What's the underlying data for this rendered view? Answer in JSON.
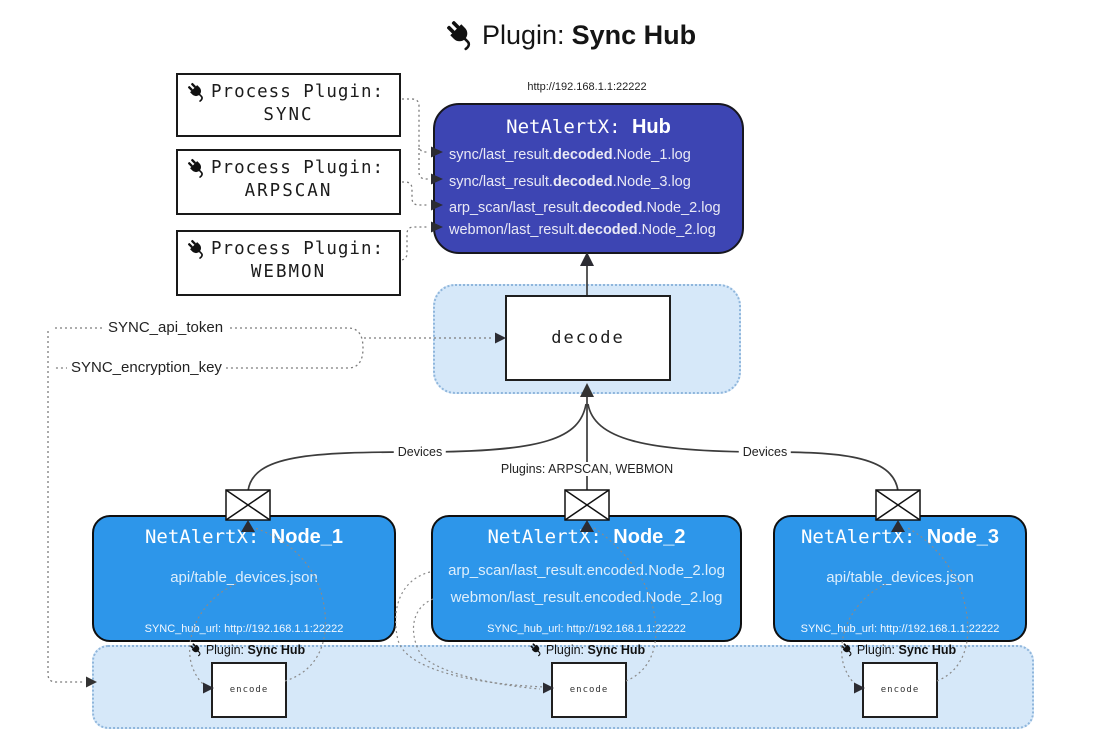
{
  "title": {
    "prefix": "Plugin:",
    "name": "Sync Hub"
  },
  "hub": {
    "url": "http://192.168.1.1:22222",
    "prefix": "NetAlertX: ",
    "name": "Hub",
    "logs": [
      {
        "pre": "sync/last_result.",
        "bold": "decoded",
        "post": ".Node_1.log"
      },
      {
        "pre": "sync/last_result.",
        "bold": "decoded",
        "post": ".Node_3.log"
      },
      {
        "pre": "arp_scan/last_result.",
        "bold": "decoded",
        "post": ".Node_2.log"
      },
      {
        "pre": "webmon/last_result.",
        "bold": "decoded",
        "post": ".Node_2.log"
      }
    ]
  },
  "process_plugins": [
    {
      "label": "Process Plugin:",
      "name": "SYNC"
    },
    {
      "label": "Process Plugin:",
      "name": "ARPSCAN"
    },
    {
      "label": "Process Plugin:",
      "name": "WEBMON"
    }
  ],
  "secrets": {
    "api_token": "SYNC_api_token",
    "encryption_key": "SYNC_encryption_key"
  },
  "labels": {
    "devices_left": "Devices",
    "devices_right": "Devices",
    "plugins_mid": "Plugins: ARPSCAN, WEBMON",
    "decode": "decode"
  },
  "nodes": [
    {
      "prefix": "NetAlertX: ",
      "name": "Node_1",
      "files": [
        "api/table_devices.json"
      ],
      "hub_url": "SYNC_hub_url: http://192.168.1.1:22222"
    },
    {
      "prefix": "NetAlertX: ",
      "name": "Node_2",
      "files": [
        "arp_scan/last_result.encoded.Node_2.log",
        "webmon/last_result.encoded.Node_2.log"
      ],
      "hub_url": "SYNC_hub_url: http://192.168.1.1:22222"
    },
    {
      "prefix": "NetAlertX: ",
      "name": "Node_3",
      "files": [
        "api/table_devices.json"
      ],
      "hub_url": "SYNC_hub_url: http://192.168.1.1:22222"
    }
  ],
  "encoders": [
    {
      "prefix": "Plugin:",
      "name": "Sync Hub",
      "box": "encode"
    },
    {
      "prefix": "Plugin:",
      "name": "Sync Hub",
      "box": "encode"
    },
    {
      "prefix": "Plugin:",
      "name": "Sync Hub",
      "box": "encode"
    }
  ],
  "colors": {
    "hub_bg": "#3d45b3",
    "node_bg": "#2d96ea",
    "zone_bg": "#d6e8f9",
    "solid_line": "#3c3c3c",
    "dotted_line": "#7c7c7c"
  }
}
